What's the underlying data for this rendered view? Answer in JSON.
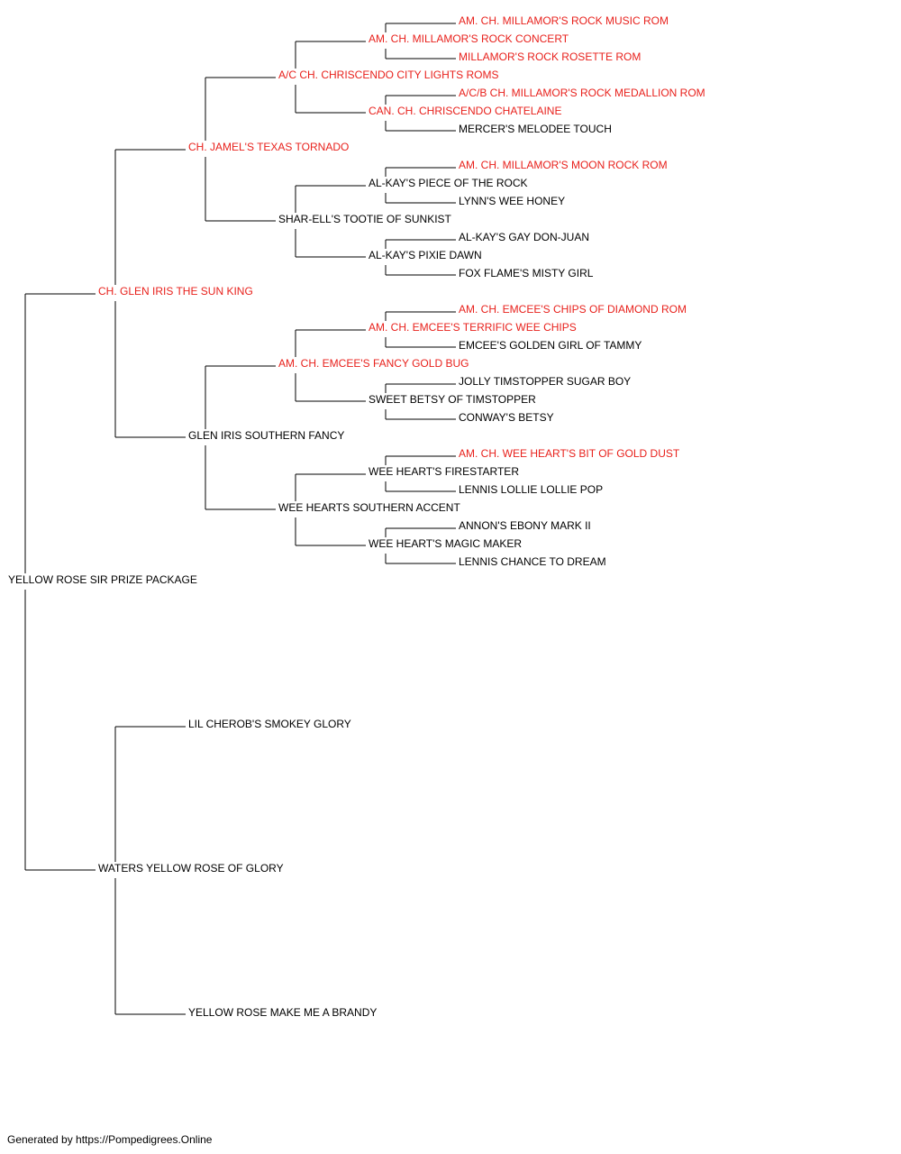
{
  "colors": {
    "champion": "#e8211c",
    "regular": "#000000",
    "line": "#000000"
  },
  "pedigree": {
    "name": "YELLOW ROSE SIR PRIZE PACKAGE",
    "red": false,
    "sire": {
      "name": "CH. GLEN IRIS THE SUN KING",
      "red": true,
      "sire": {
        "name": "CH. JAMEL'S TEXAS TORNADO",
        "red": true,
        "sire": {
          "name": "A/C CH. CHRISCENDO CITY LIGHTS ROMS",
          "red": true,
          "sire": {
            "name": "AM. CH. MILLAMOR'S ROCK CONCERT",
            "red": true,
            "sire": {
              "name": "AM. CH. MILLAMOR'S ROCK MUSIC ROM",
              "red": true
            },
            "dam": {
              "name": "MILLAMOR'S ROCK ROSETTE ROM",
              "red": true
            }
          },
          "dam": {
            "name": "CAN. CH. CHRISCENDO CHATELAINE",
            "red": true,
            "sire": {
              "name": "A/C/B CH. MILLAMOR'S ROCK MEDALLION ROM",
              "red": true
            },
            "dam": {
              "name": "MERCER'S MELODEE TOUCH",
              "red": false
            }
          }
        },
        "dam": {
          "name": "SHAR-ELL'S TOOTIE OF SUNKIST",
          "red": false,
          "sire": {
            "name": "AL-KAY'S PIECE OF THE ROCK",
            "red": false,
            "sire": {
              "name": "AM. CH. MILLAMOR'S MOON ROCK ROM",
              "red": true
            },
            "dam": {
              "name": "LYNN'S WEE HONEY",
              "red": false
            }
          },
          "dam": {
            "name": "AL-KAY'S PIXIE DAWN",
            "red": false,
            "sire": {
              "name": "AL-KAY'S GAY DON-JUAN",
              "red": false
            },
            "dam": {
              "name": "FOX FLAME'S MISTY GIRL",
              "red": false
            }
          }
        }
      },
      "dam": {
        "name": "GLEN IRIS SOUTHERN FANCY",
        "red": false,
        "sire": {
          "name": "AM. CH. EMCEE'S FANCY GOLD BUG",
          "red": true,
          "sire": {
            "name": "AM. CH. EMCEE'S TERRIFIC WEE CHIPS",
            "red": true,
            "sire": {
              "name": "AM. CH. EMCEE'S CHIPS OF DIAMOND ROM",
              "red": true
            },
            "dam": {
              "name": "EMCEE'S GOLDEN GIRL OF TAMMY",
              "red": false
            }
          },
          "dam": {
            "name": "SWEET BETSY OF TIMSTOPPER",
            "red": false,
            "sire": {
              "name": "JOLLY TIMSTOPPER SUGAR BOY",
              "red": false
            },
            "dam": {
              "name": "CONWAY'S BETSY",
              "red": false
            }
          }
        },
        "dam": {
          "name": "WEE HEARTS SOUTHERN ACCENT",
          "red": false,
          "sire": {
            "name": "WEE HEART'S FIRESTARTER",
            "red": false,
            "sire": {
              "name": "AM. CH. WEE HEART'S BIT OF GOLD DUST",
              "red": true
            },
            "dam": {
              "name": "LENNIS LOLLIE LOLLIE POP",
              "red": false
            }
          },
          "dam": {
            "name": "WEE HEART'S MAGIC MAKER",
            "red": false,
            "sire": {
              "name": "ANNON'S EBONY MARK II",
              "red": false
            },
            "dam": {
              "name": "LENNIS CHANCE TO DREAM",
              "red": false
            }
          }
        }
      }
    },
    "dam": {
      "name": "WATERS YELLOW ROSE OF GLORY",
      "red": false,
      "sire": {
        "name": "LIL CHEROB'S SMOKEY GLORY",
        "red": false
      },
      "dam": {
        "name": "YELLOW ROSE MAKE ME A BRANDY",
        "red": false
      }
    }
  },
  "footer": {
    "text": "Generated by https://Pompedigrees.Online"
  }
}
